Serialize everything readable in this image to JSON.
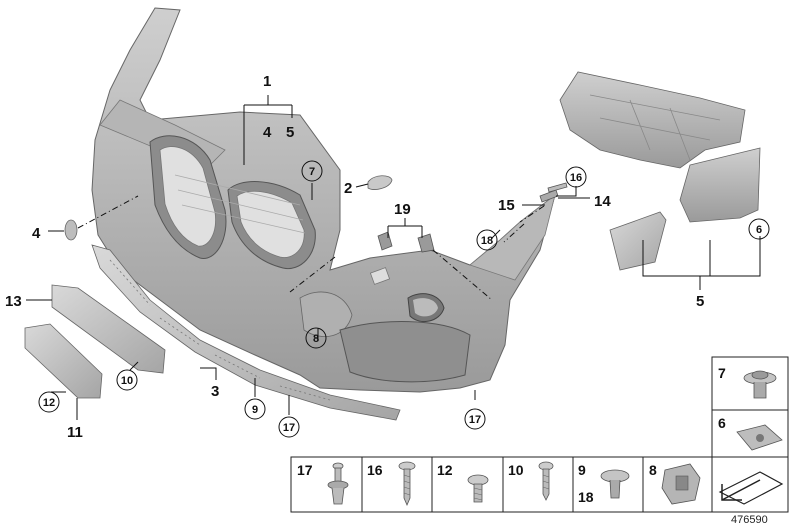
{
  "diagram_id": "476590",
  "callouts": {
    "c1": "1",
    "c4a": "4",
    "c5a": "5",
    "c7a": "7",
    "c2": "2",
    "c19": "19",
    "c16a": "16",
    "c15": "15",
    "c14": "14",
    "c18a": "18",
    "c6a": "6",
    "c4b": "4",
    "c13": "13",
    "c5b": "5",
    "c8a": "8",
    "c3": "3",
    "c10a": "10",
    "c12a": "12",
    "c11": "11",
    "c9a": "9",
    "c17a": "17",
    "c17b": "17"
  },
  "hardware_table": {
    "side": [
      {
        "num": "7",
        "icon": "push-clip-icon"
      },
      {
        "num": "6",
        "icon": "clip-nut-icon"
      }
    ],
    "bottom": [
      {
        "num": "17",
        "icon": "expansion-rivet-icon"
      },
      {
        "num": "16",
        "icon": "screw-icon"
      },
      {
        "num": "12",
        "icon": "bolt-icon"
      },
      {
        "num": "10",
        "icon": "screw-icon"
      },
      {
        "num": "9",
        "num2": "18",
        "icon": "push-clip-icon"
      },
      {
        "num": "8",
        "icon": "bracket-clip-icon"
      },
      {
        "num": "",
        "icon": "arrow-icon"
      }
    ]
  }
}
